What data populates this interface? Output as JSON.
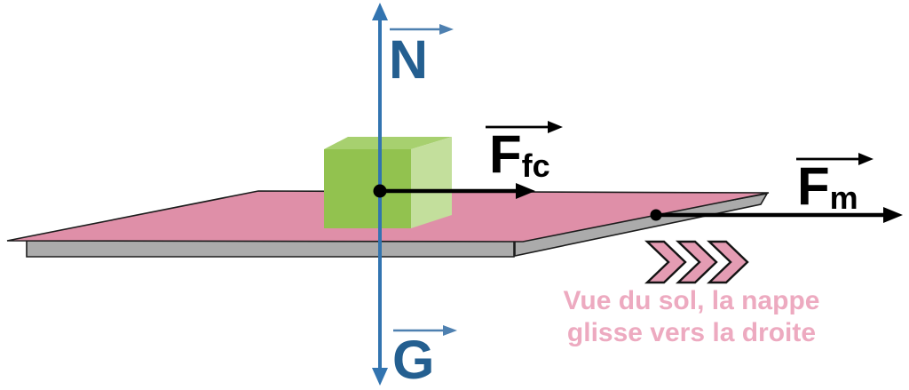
{
  "labels": {
    "normal": "N",
    "gravity": "G",
    "friction_main": "F",
    "friction_sub": "fc",
    "pull_main": "F",
    "pull_sub": "m"
  },
  "caption": {
    "line1": "Vue du sol, la nappe",
    "line2": "glisse vers la droite"
  },
  "colors": {
    "blue_arrow": "#3274b0",
    "blue_label": "#245f90",
    "blue_vec": "#4e80b0",
    "black_arrow": "#000000",
    "cloth_pink": "#df8fa8",
    "chevron_pink": "#e49cb3",
    "caption_pink": "#edaac0",
    "board_gray": "#ababab",
    "outline_dark": "#1c1c1c",
    "cube_front": "#92c24f",
    "cube_top": "#a7d06f",
    "cube_right": "#c3df9c"
  }
}
